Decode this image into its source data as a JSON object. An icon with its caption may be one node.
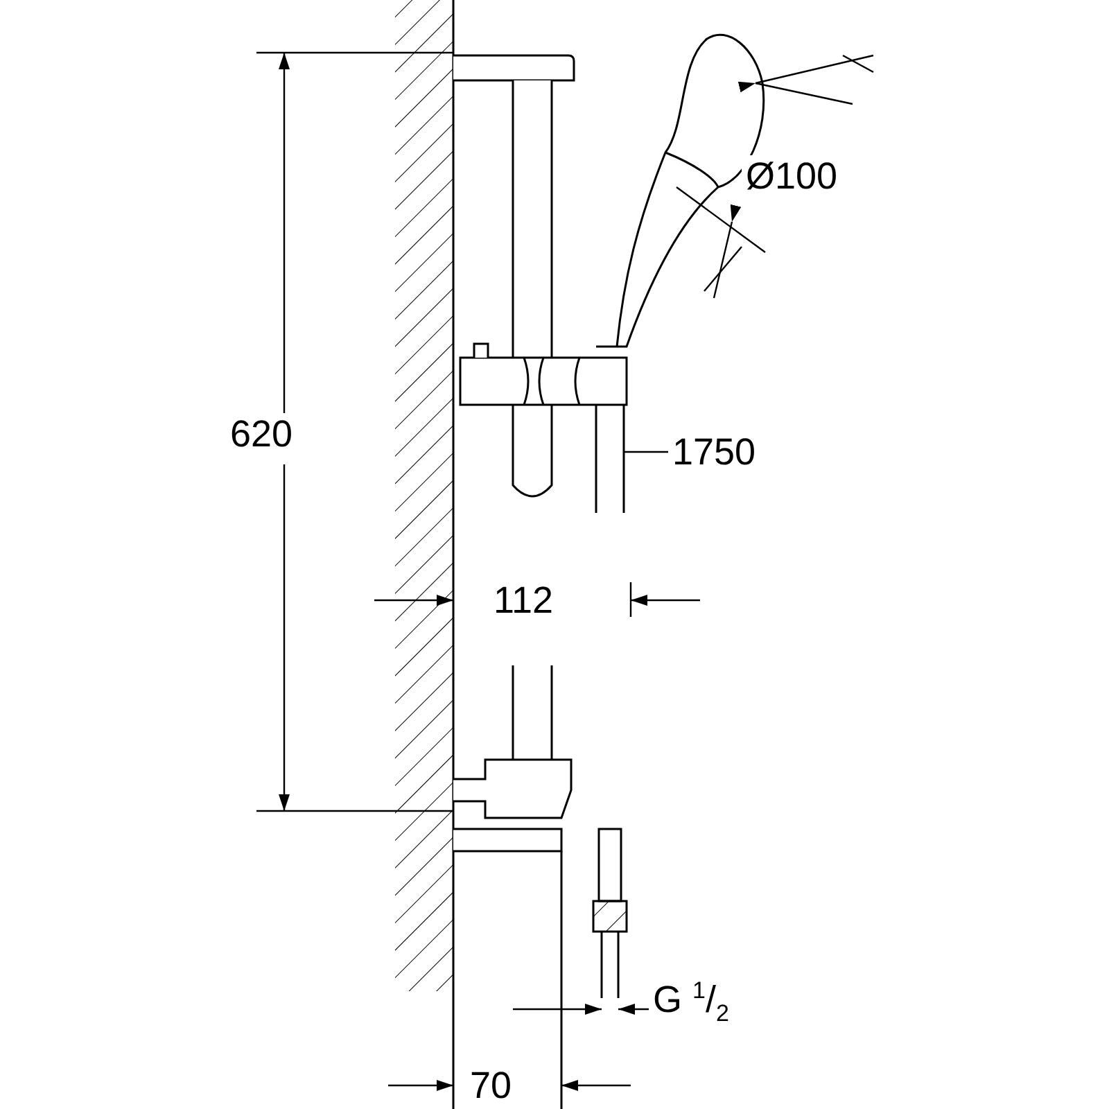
{
  "diagram": {
    "nodes": [
      {
        "text": [
          "1750"
        ]
      },
      {
        "text": [],
        "shape": "picture"
      }
    ],
    "edges": [
      {
        "from": 0,
        "to": 1,
        "arrow": "none"
      }
    ],
    "labels": [
      "Ø100",
      "620",
      "112",
      "G $^{1}$/$_{2}$",
      "70"
    ]
  }
}
